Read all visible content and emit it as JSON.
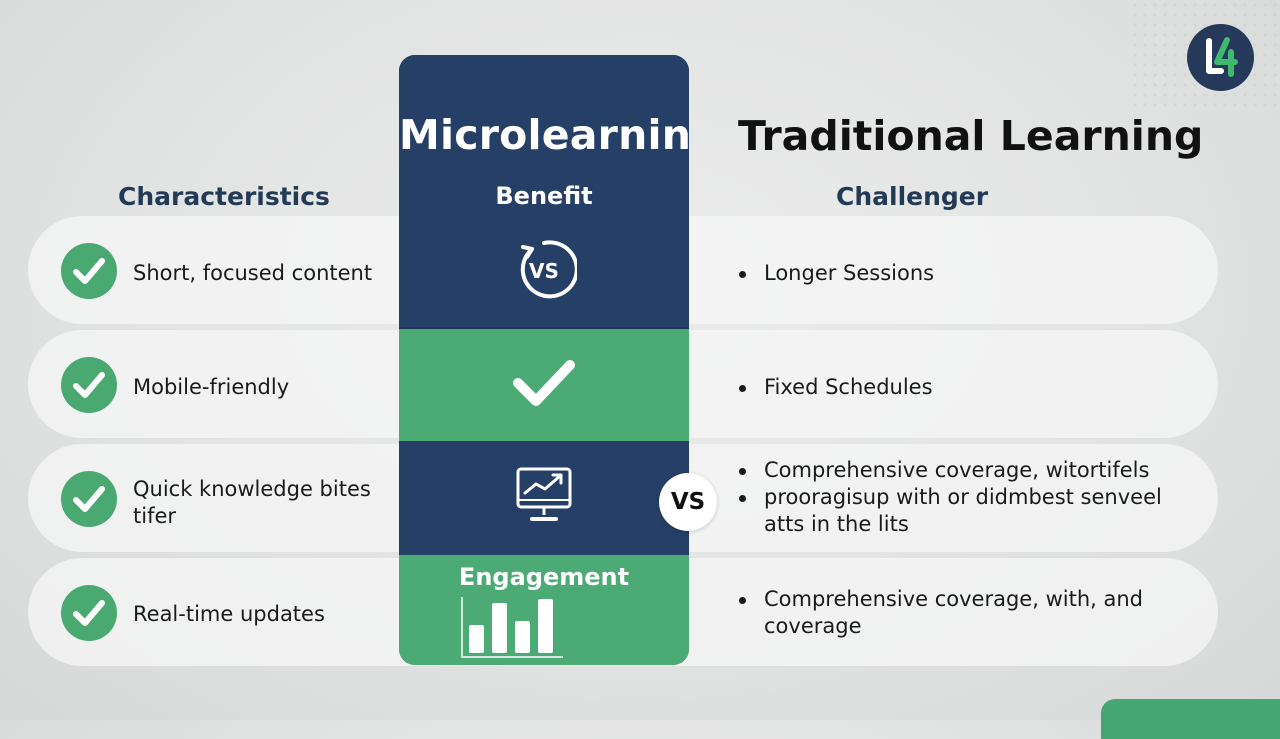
{
  "microlearning": {
    "title": "Microlearning",
    "subtitle": "Benefit",
    "rows": [
      {
        "icon": "refresh-vs-icon",
        "label": "VS"
      },
      {
        "icon": "checkmark-icon"
      },
      {
        "icon": "monitor-chart-icon"
      },
      {
        "icon": "bar-chart-icon",
        "label": "Engagement"
      }
    ]
  },
  "traditional": {
    "title": "Traditional Learning",
    "subtitle": "Challenger"
  },
  "characteristics": {
    "heading": "Characteristics",
    "items": [
      {
        "line1": "Short, focused content",
        "line2": ""
      },
      {
        "line1": "Mobile-friendly",
        "line2": ""
      },
      {
        "line1": "Quick knowledge bites",
        "line2": "tifer"
      },
      {
        "line1": "Real-time updates",
        "line2": ""
      }
    ]
  },
  "challenges": [
    [
      "Longer Sessions"
    ],
    [
      "Fixed Schedules"
    ],
    [
      "Comprehensive coverage, witortifels",
      "prooragisup with or didmbest senveel atts in the lits"
    ],
    [
      "Comprehensive coverage, with, and coverage"
    ]
  ],
  "vs_badge": "VS",
  "colors": {
    "navy": "#263f66",
    "green": "#4caa74",
    "heading": "#233a57"
  }
}
